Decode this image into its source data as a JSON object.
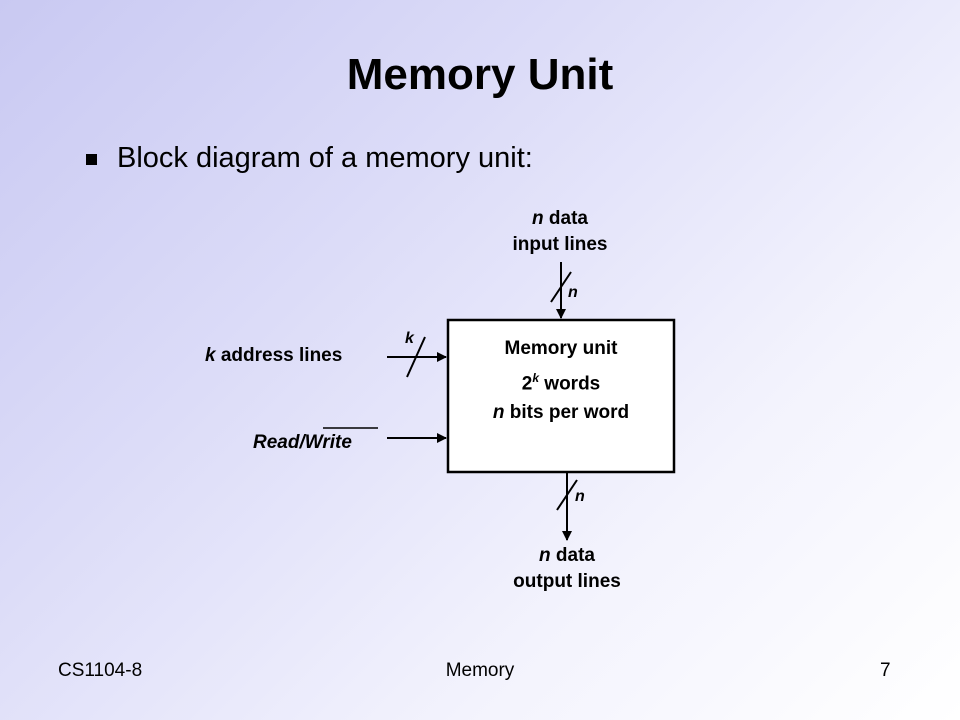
{
  "slide": {
    "title": "Memory Unit",
    "bullet": "Block diagram of a memory unit:"
  },
  "diagram": {
    "input": {
      "var": "n",
      "line1_rest": " data",
      "line2": "input lines",
      "bus_width": "n"
    },
    "output": {
      "var": "n",
      "line1_rest": " data",
      "line2": "output lines",
      "bus_width": "n"
    },
    "address": {
      "var": "k",
      "rest": " address lines",
      "bus_width": "k"
    },
    "control": {
      "part1": "Read",
      "sep": "/",
      "part2": "Write"
    },
    "box": {
      "line1": "Memory unit",
      "line2_base": "2",
      "line2_sup": "k",
      "line2_rest": " words",
      "line3_var": "n",
      "line3_rest": " bits per word"
    }
  },
  "footer": {
    "left": "CS1104-8",
    "center": "Memory",
    "right": "7"
  }
}
